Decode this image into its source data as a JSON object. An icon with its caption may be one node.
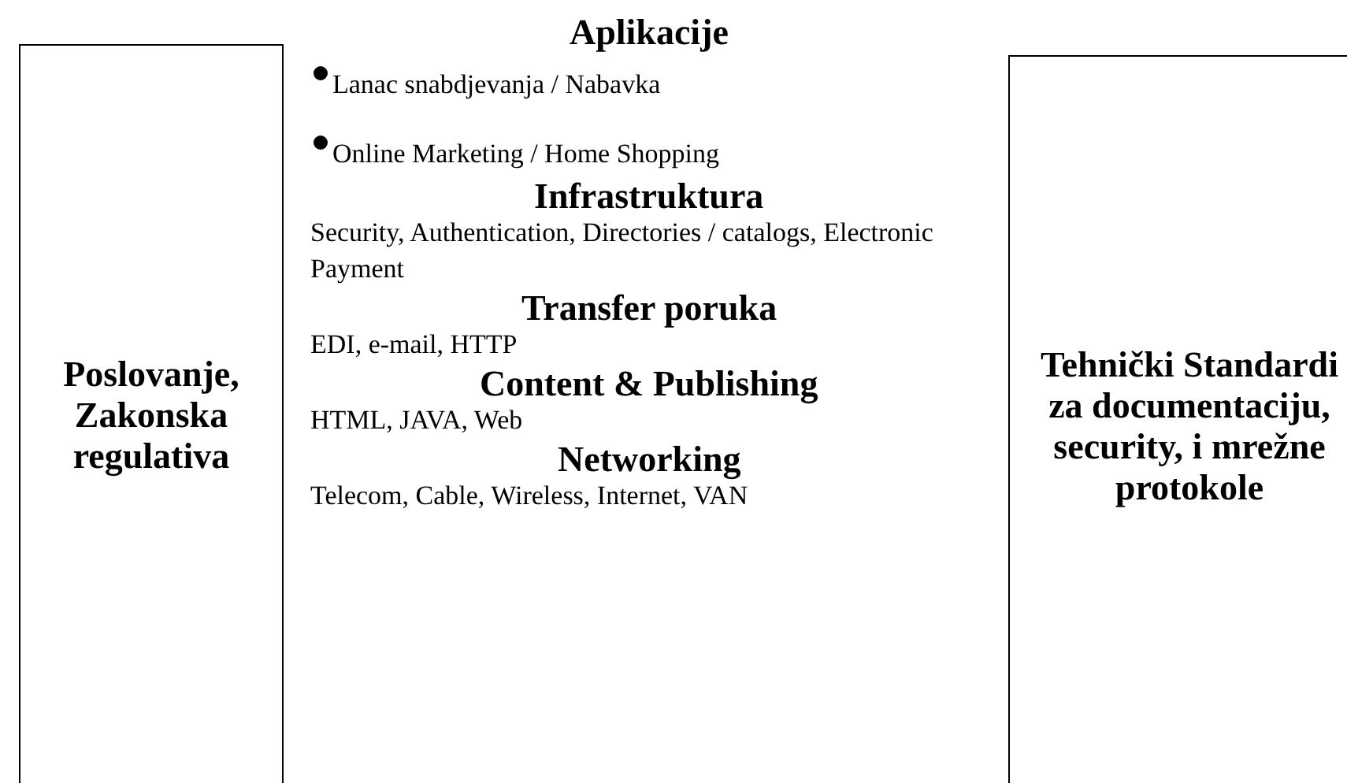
{
  "diagram": {
    "nodes": [
      {
        "text": [
          "Poslovanje, Zakonska regulativa"
        ]
      },
      {
        "text": [
          "Tehnički Standardi za documentaciju, security, i mrežne protokole"
        ]
      }
    ],
    "labels": [
      "Aplikacije",
      "Lanac snabdjevanja / Nabavka",
      "Online Marketing / Home Shopping",
      "Infrastruktura",
      "Security, Authentication, Directories / catalogs, Electronic Payment",
      "Transfer poruka",
      "EDI, e-mail, HTTP",
      "Content & Publishing",
      "HTML, JAVA, Web",
      "Networking",
      "Telecom, Cable, Wireless, Internet, VAN"
    ]
  }
}
